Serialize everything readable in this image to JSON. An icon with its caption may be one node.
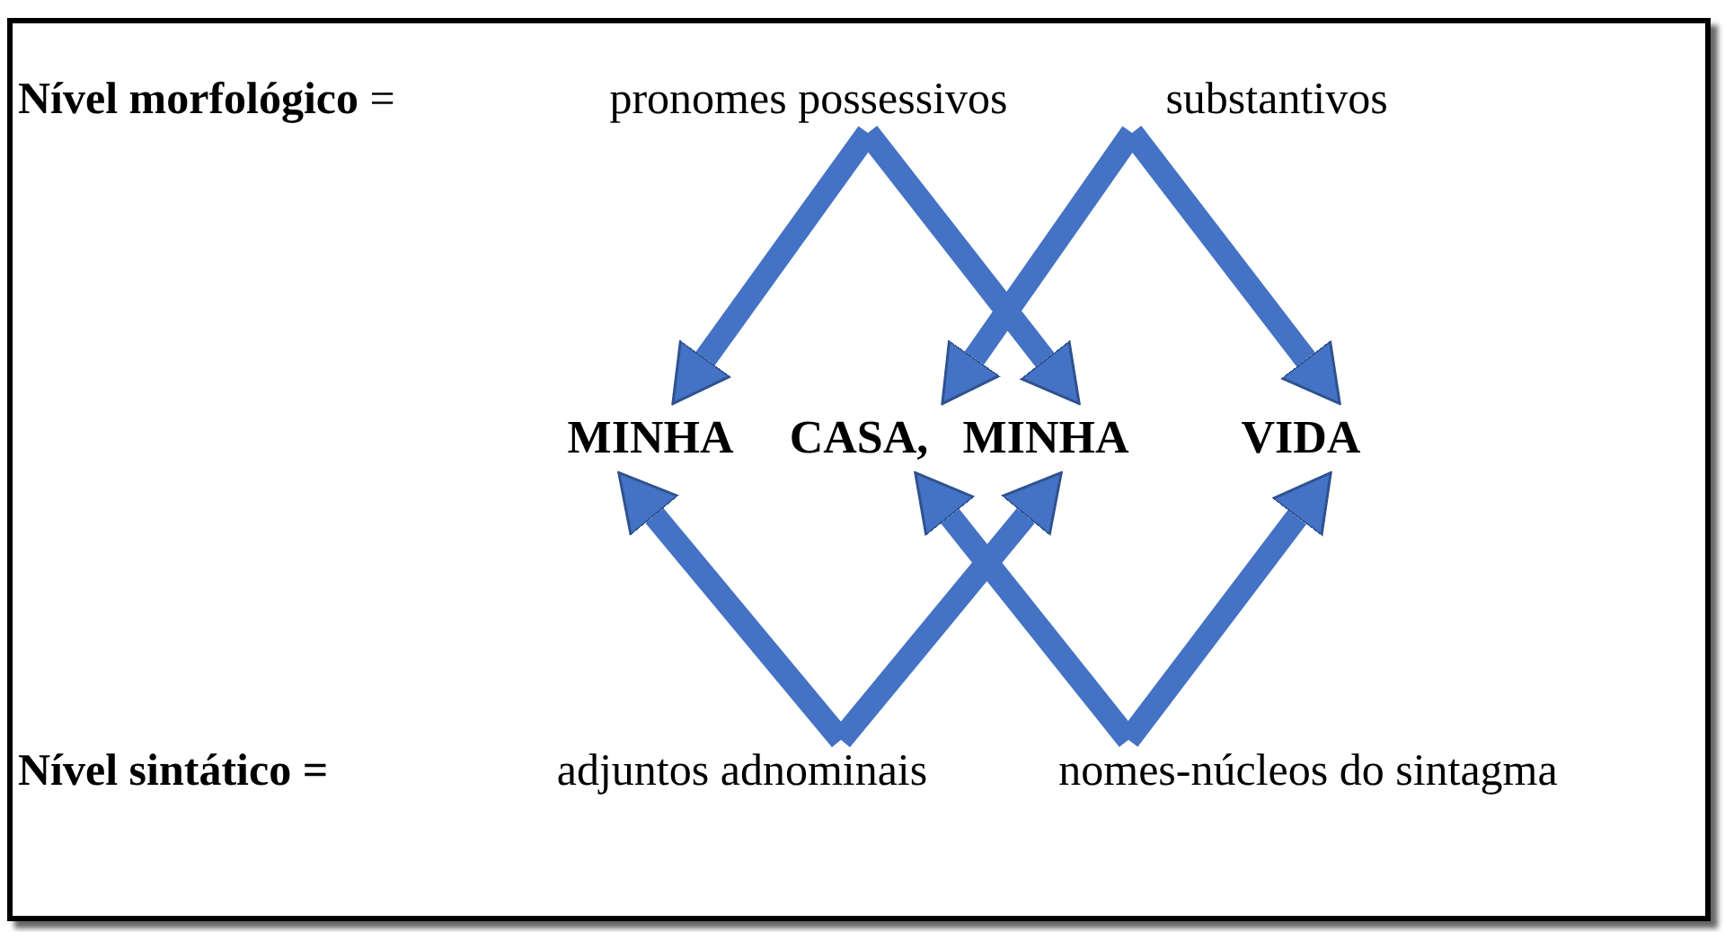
{
  "diagram": {
    "nodes": [
      {
        "text": [
          "pronomes possessivos"
        ]
      },
      {
        "text": [
          "substantivos"
        ]
      },
      {
        "text": [
          "MINHA"
        ]
      },
      {
        "text": [
          "CASA,"
        ]
      },
      {
        "text": [
          "MINHA"
        ]
      },
      {
        "text": [
          "VIDA"
        ]
      },
      {
        "text": [
          "adjuntos adnominais"
        ]
      },
      {
        "text": [
          "nomes-núcleos do sintagma"
        ]
      }
    ],
    "edges": [
      {
        "from": 0,
        "to": 2,
        "arrow": "to"
      },
      {
        "from": 0,
        "to": 4,
        "arrow": "to"
      },
      {
        "from": 1,
        "to": 3,
        "arrow": "to"
      },
      {
        "from": 1,
        "to": 5,
        "arrow": "to"
      },
      {
        "from": 6,
        "to": 2,
        "arrow": "to"
      },
      {
        "from": 6,
        "to": 4,
        "arrow": "to"
      },
      {
        "from": 7,
        "to": 3,
        "arrow": "to"
      },
      {
        "from": 7,
        "to": 5,
        "arrow": "to"
      }
    ],
    "labels": [
      "**Nível morfológico** =",
      "Nível sintático ="
    ]
  }
}
